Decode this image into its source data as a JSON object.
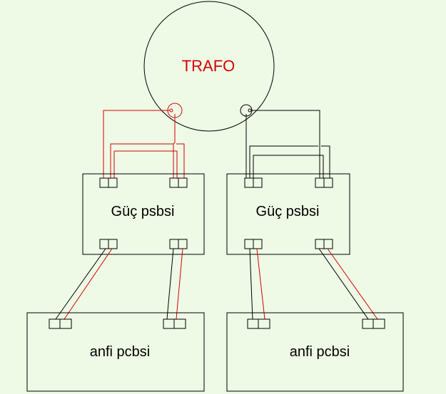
{
  "diagram": {
    "transformer_label": "TRAFO",
    "power_boards": [
      {
        "label": "Güç psbsi"
      },
      {
        "label": "Güç psbsi"
      }
    ],
    "amp_boards": [
      {
        "label": "anfi pcbsi"
      },
      {
        "label": "anfi pcbsi"
      }
    ]
  },
  "colors": {
    "background": "#eefae6",
    "outline": "#000000",
    "red_wire": "#d40000",
    "black_wire": "#000000",
    "transformer_text": "#d40000"
  }
}
